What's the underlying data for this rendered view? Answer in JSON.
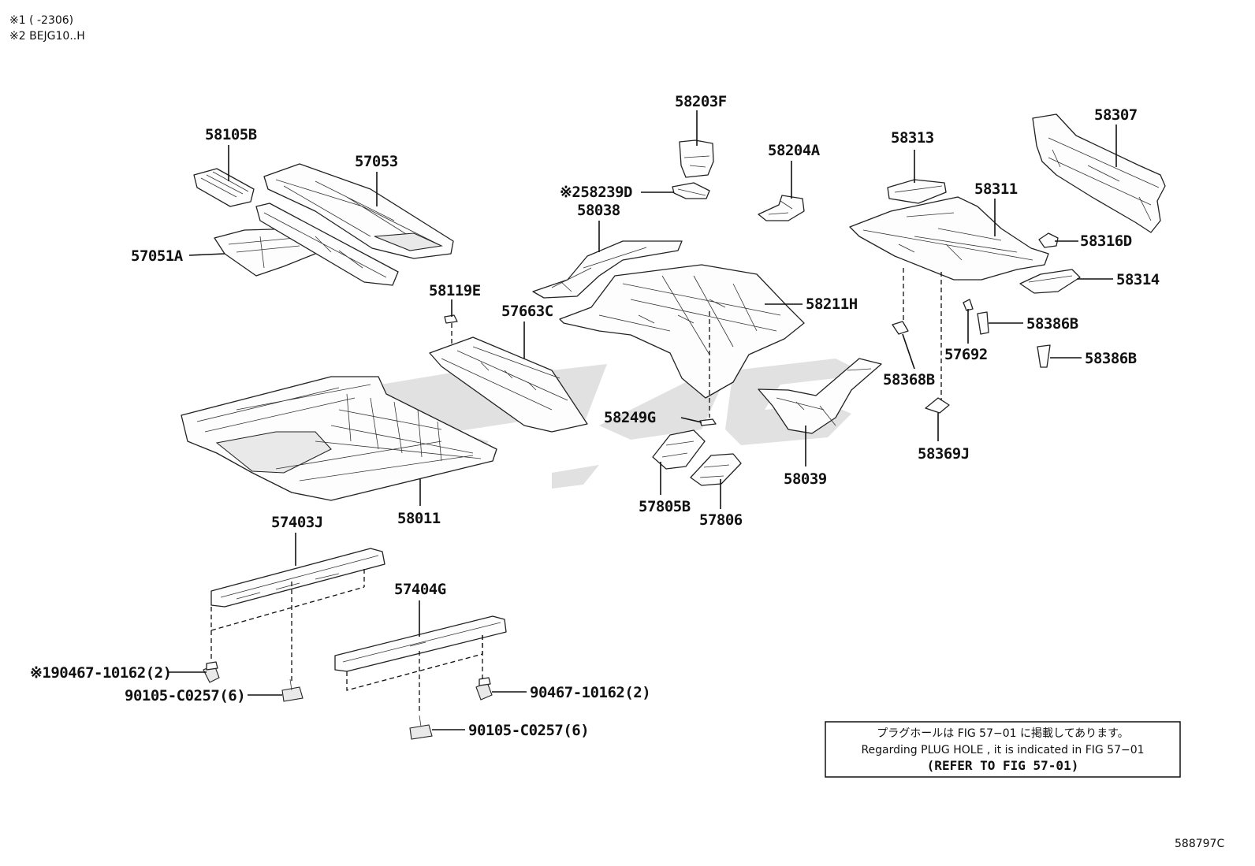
{
  "notes": {
    "note1": "※1 (      -2306)",
    "note2": "※2 BEJG10..H"
  },
  "figure_id": "588797C",
  "labels": {
    "p58105B": "58105B",
    "p57053": "57053",
    "p57051A": "57051A",
    "p58203F": "58203F",
    "p58239D": "※258239D",
    "p58038": "58038",
    "p58204A": "58204A",
    "p58313": "58313",
    "p58307": "58307",
    "p58311": "58311",
    "p58316D": "58316D",
    "p58314": "58314",
    "p58386B_1": "58386B",
    "p58386B_2": "58386B",
    "p57692": "57692",
    "p58368B": "58368B",
    "p58369J": "58369J",
    "p58119E": "58119E",
    "p57663C": "57663C",
    "p58211H": "58211H",
    "p58249G": "58249G",
    "p58039": "58039",
    "p57805B": "57805B",
    "p57806": "57806",
    "p58011": "58011",
    "p57403J": "57403J",
    "p57404G": "57404G",
    "f1": "※190467-10162(2)",
    "f2": "90105-C0257(6)",
    "f3": "90467-10162(2)",
    "f4": "90105-C0257(6)"
  },
  "notice": {
    "line1": "プラグホールは FIG 57−01 に掲載してあります。",
    "line2": "Regarding PLUG HOLE , it is indicated in FIG 57−01",
    "line3": "(REFER TO FIG 57-01)"
  }
}
